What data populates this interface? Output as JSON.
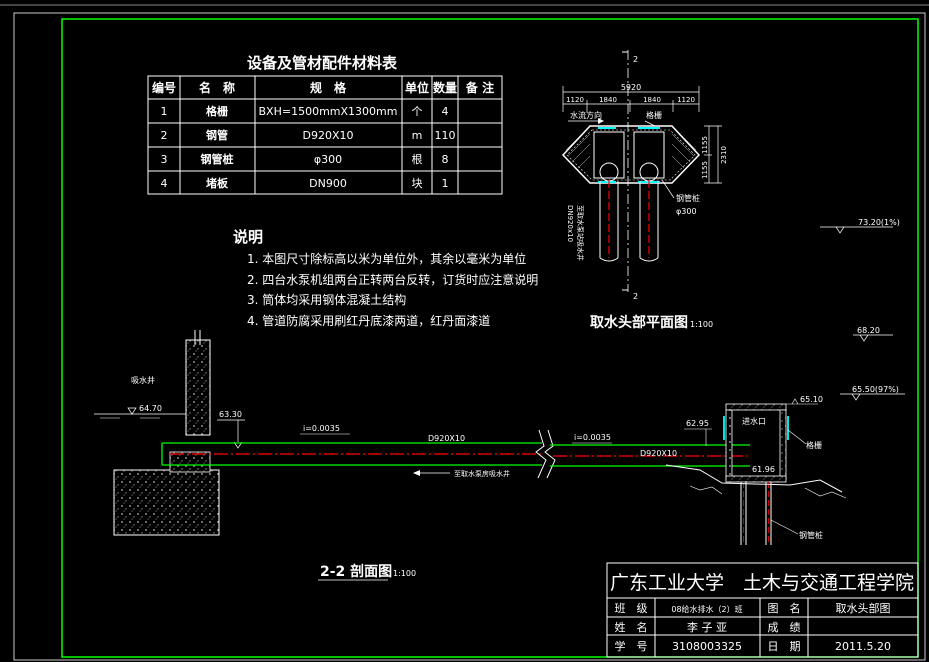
{
  "materials_table": {
    "title": "设备及管材配件材料表",
    "headers": [
      "编号",
      "名　称",
      "规　格",
      "单位",
      "数量",
      "备 注"
    ],
    "rows": [
      [
        "1",
        "格栅",
        "BXH=1500mmX1300mm",
        "个",
        "4",
        ""
      ],
      [
        "2",
        "钢管",
        "D920X10",
        "m",
        "110",
        ""
      ],
      [
        "3",
        "钢管桩",
        "φ300",
        "根",
        "8",
        ""
      ],
      [
        "4",
        "堵板",
        "DN900",
        "块",
        "1",
        ""
      ]
    ]
  },
  "notes": {
    "heading": "说明",
    "items": [
      "1. 本图尺寸除标高以米为单位外，其余以毫米为单位",
      "2. 四台水泵机组两台正转两台反转，订货时应注意说明",
      "3. 筒体均采用钢体混凝土结构",
      "4. 管道防腐采用刷红丹底漆两道，红丹面漆道"
    ]
  },
  "plan_view": {
    "title": "取水头部平面图",
    "scale": "1:100",
    "section_mark": "2",
    "total_width": "5920",
    "segments": [
      "1120",
      "1840",
      "1840",
      "1120"
    ],
    "flow_label": "水流方向",
    "grid_label": "格栅",
    "heights": [
      "1155",
      "2310",
      "1155"
    ],
    "pile_label": "钢管桩",
    "pile_dim": "φ300",
    "pipe_label": "DN920x10",
    "pipe_sub": "至取水泵站吸水井"
  },
  "section_view": {
    "title": "2-2 剖面图",
    "scale": "1:100",
    "well_label": "吸水井",
    "elev_water": "64.70",
    "elev_pipe_left": "63.30",
    "slope_left": "i=0.0035",
    "pipe_left": "D920X10",
    "to_pump": "至取水泵房吸水井",
    "slope_right": "i=0.0035",
    "elev_pipe_right": "62.95",
    "pipe_right": "D920X10",
    "inlet": "进水口",
    "elev_top": "65.10",
    "elev_bottom": "61.96",
    "grid_label": "格栅",
    "pile_label": "钢管桩",
    "elev_73": "73.20(1%)",
    "elev_68": "68.20",
    "elev_65": "65.50(97%)"
  },
  "title_block": {
    "institution": "广东工业大学　土木与交通工程学院",
    "rows": [
      {
        "l1": "班　级",
        "v1": "08给水排水（2）班",
        "l2": "图　名",
        "v2": "取水头部图"
      },
      {
        "l1": "姓　名",
        "v1": "李 子 亚",
        "l2": "成　绩",
        "v2": ""
      },
      {
        "l1": "学　号",
        "v1": "3108003325",
        "l2": "日　期",
        "v2": "2011.5.20"
      }
    ]
  },
  "colors": {
    "background": "#000000",
    "frame": "#00ff00",
    "text": "#ffffff",
    "dimension": "#00ff00",
    "pipe": "#ff0000",
    "accent": "#00ffff",
    "label": "#ffff00"
  }
}
